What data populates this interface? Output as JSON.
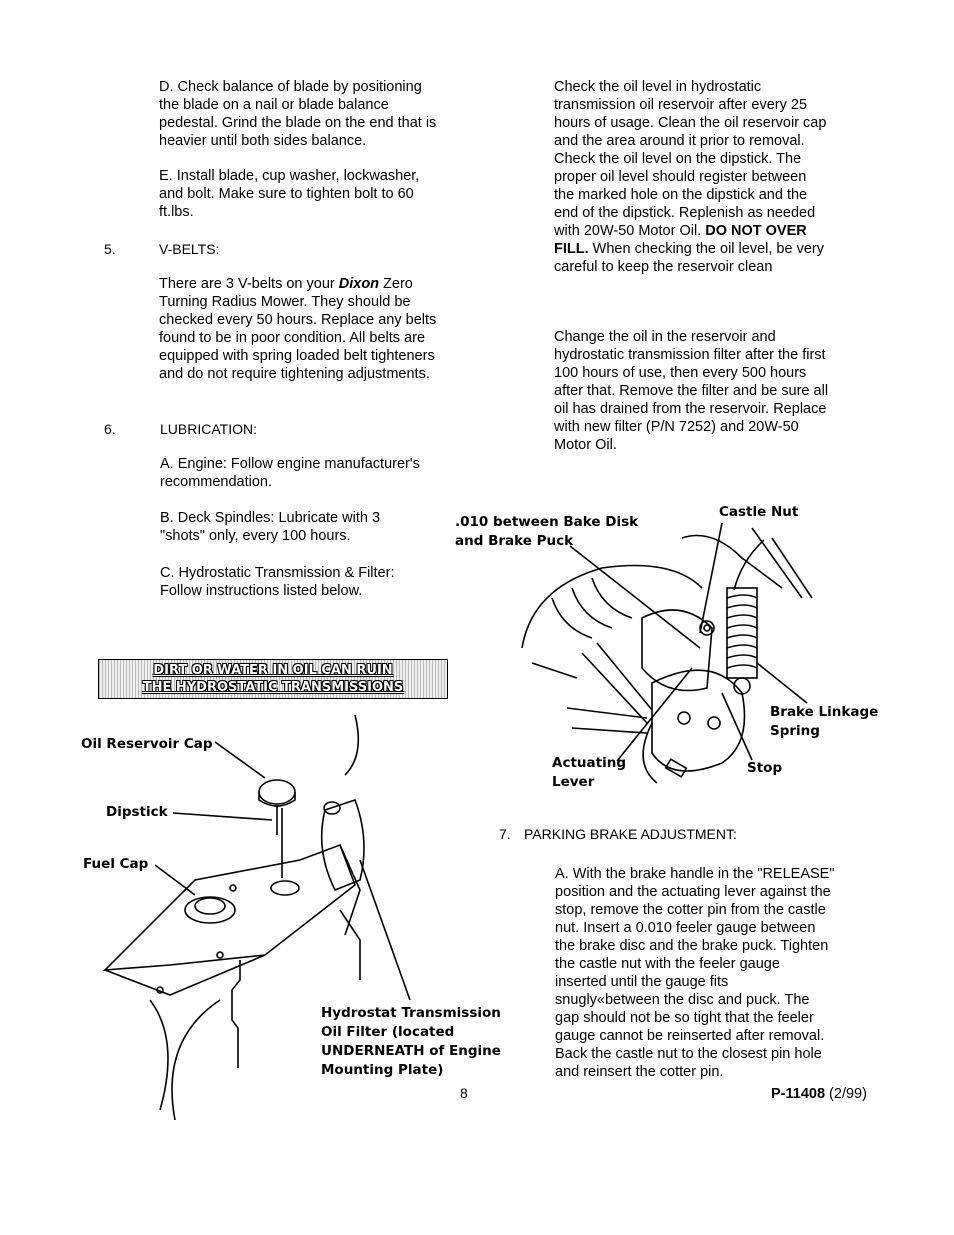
{
  "left": {
    "para_d": "D. Check balance of blade by positioning the blade on a nail or blade balance pedestal. Grind the blade on the end that is heavier until both sides balance.",
    "para_e": "E. Install blade, cup washer, lockwasher, and bolt. Make sure to tighten bolt to 60 ft.lbs.",
    "s5_num": "5.",
    "s5_title": "V-BELTS:",
    "vbelt_pre": "There are 3 V-belts on your ",
    "vbelt_brand": "Dixon",
    "vbelt_post": " Zero Turning Radius Mower. They should be checked every 50 hours. Replace any belts found to be in poor condition. All belts are equipped with spring loaded belt tighteners and do not require tightening adjustments.",
    "s6_num": "6.",
    "s6_title": "LUBRICATION:",
    "lub_a": "A. Engine: Follow engine manufacturer's recommendation.",
    "lub_b": "B. Deck Spindles: Lubricate with 3 \"shots\" only, every 100 hours.",
    "lub_c": "C. Hydrostatic Transmission & Filter: Follow instructions listed below."
  },
  "warning": {
    "line1": "DIRT OR WATER IN OIL CAN RUIN",
    "line2": "THE HYDROSTATIC TRANSMISSIONS"
  },
  "fig1": {
    "oil_cap": "Oil Reservoir Cap",
    "dipstick": "Dipstick",
    "fuel_cap": "Fuel Cap",
    "filter_1": "Hydrostat Transmission",
    "filter_2": "Oil Filter  (located",
    "filter_3": "UNDERNEATH of Engine",
    "filter_4": "Mounting Plate)"
  },
  "right": {
    "oil_check_pre": "Check the oil level in hydrostatic transmission oil reservoir after every 25 hours of usage. Clean the oil reservoir cap and the area around it prior to removal. Check the oil level on the dipstick. The proper oil level should register between the marked hole on the dipstick and the end of the dipstick. Replenish as needed with 20W-50 Motor Oil. ",
    "oil_check_bold": "DO NOT OVER FILL.",
    "oil_check_post": " When checking the oil level, be very careful to keep the reservoir clean",
    "oil_change": "Change the oil in the reservoir and hydrostatic transmission filter after the first 100 hours of use, then every 500 hours after that. Remove the filter and be sure all oil has drained from the reservoir. Replace with new filter (P/N 7252) and 20W-50 Motor Oil.",
    "s7_num": "7.",
    "s7_title": "PARKING BRAKE ADJUSTMENT:",
    "brake_a": "A. With the brake handle in the \"RELEASE\" position and the actuating lever against the stop, remove the cotter pin from the castle nut. Insert a 0.010 feeler gauge between the brake disc and the brake puck. Tighten the castle nut with the feeler gauge inserted until the gauge fits snugly«between the disc and puck. The gap should not be so tight that the feeler gauge cannot be reinserted after removal. Back the castle nut to the closest pin hole and reinsert the cotter pin."
  },
  "fig2": {
    "gap_1": ".010 between Bake Disk",
    "gap_2": "and Brake Puck",
    "castle_nut": "Castle Nut",
    "spring_1": "Brake Linkage",
    "spring_2": "Spring",
    "lever_1": "Actuating",
    "lever_2": "Lever",
    "stop": "Stop"
  },
  "footer": {
    "page": "8",
    "doc_num": "P-11408",
    "doc_date": " (2/99)"
  }
}
